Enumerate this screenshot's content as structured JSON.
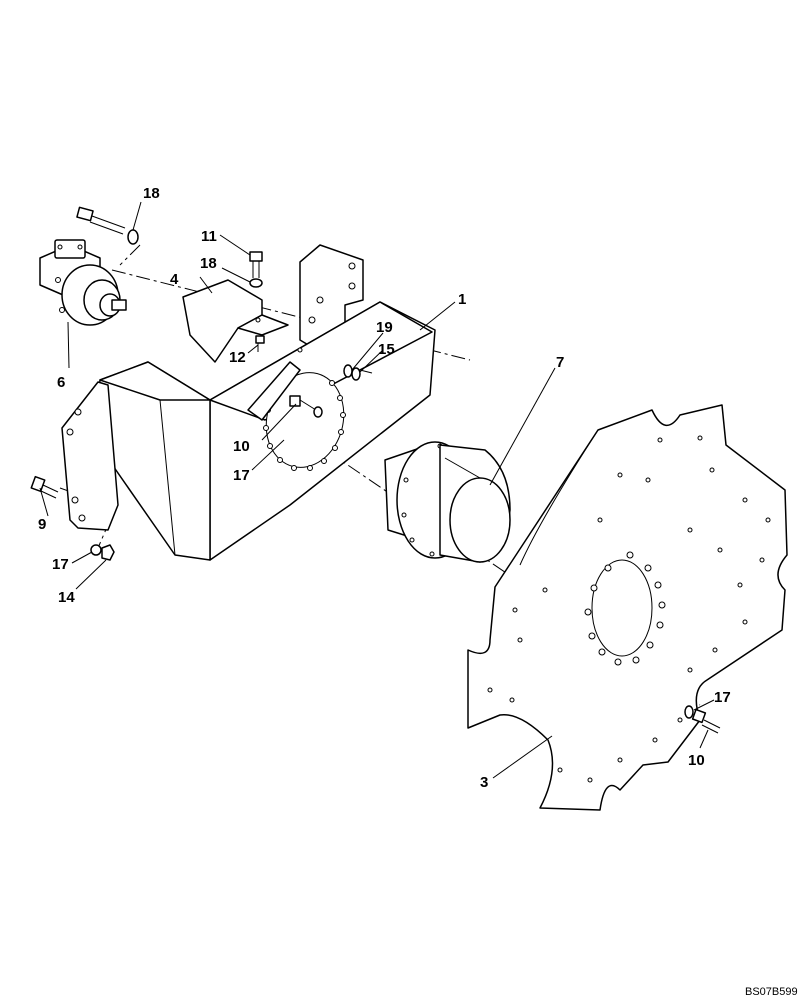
{
  "drawing_code": "BS07B599",
  "callouts": [
    {
      "id": "c1",
      "label": "1"
    },
    {
      "id": "c3",
      "label": "3"
    },
    {
      "id": "c4",
      "label": "4"
    },
    {
      "id": "c6",
      "label": "6"
    },
    {
      "id": "c7",
      "label": "7"
    },
    {
      "id": "c9",
      "label": "9"
    },
    {
      "id": "c10a",
      "label": "10"
    },
    {
      "id": "c10b",
      "label": "10"
    },
    {
      "id": "c11",
      "label": "11"
    },
    {
      "id": "c12",
      "label": "12"
    },
    {
      "id": "c14",
      "label": "14"
    },
    {
      "id": "c15",
      "label": "15"
    },
    {
      "id": "c17a",
      "label": "17"
    },
    {
      "id": "c17b",
      "label": "17"
    },
    {
      "id": "c17c",
      "label": "17"
    },
    {
      "id": "c18a",
      "label": "18"
    },
    {
      "id": "c18b",
      "label": "18"
    },
    {
      "id": "c19",
      "label": "19"
    }
  ]
}
